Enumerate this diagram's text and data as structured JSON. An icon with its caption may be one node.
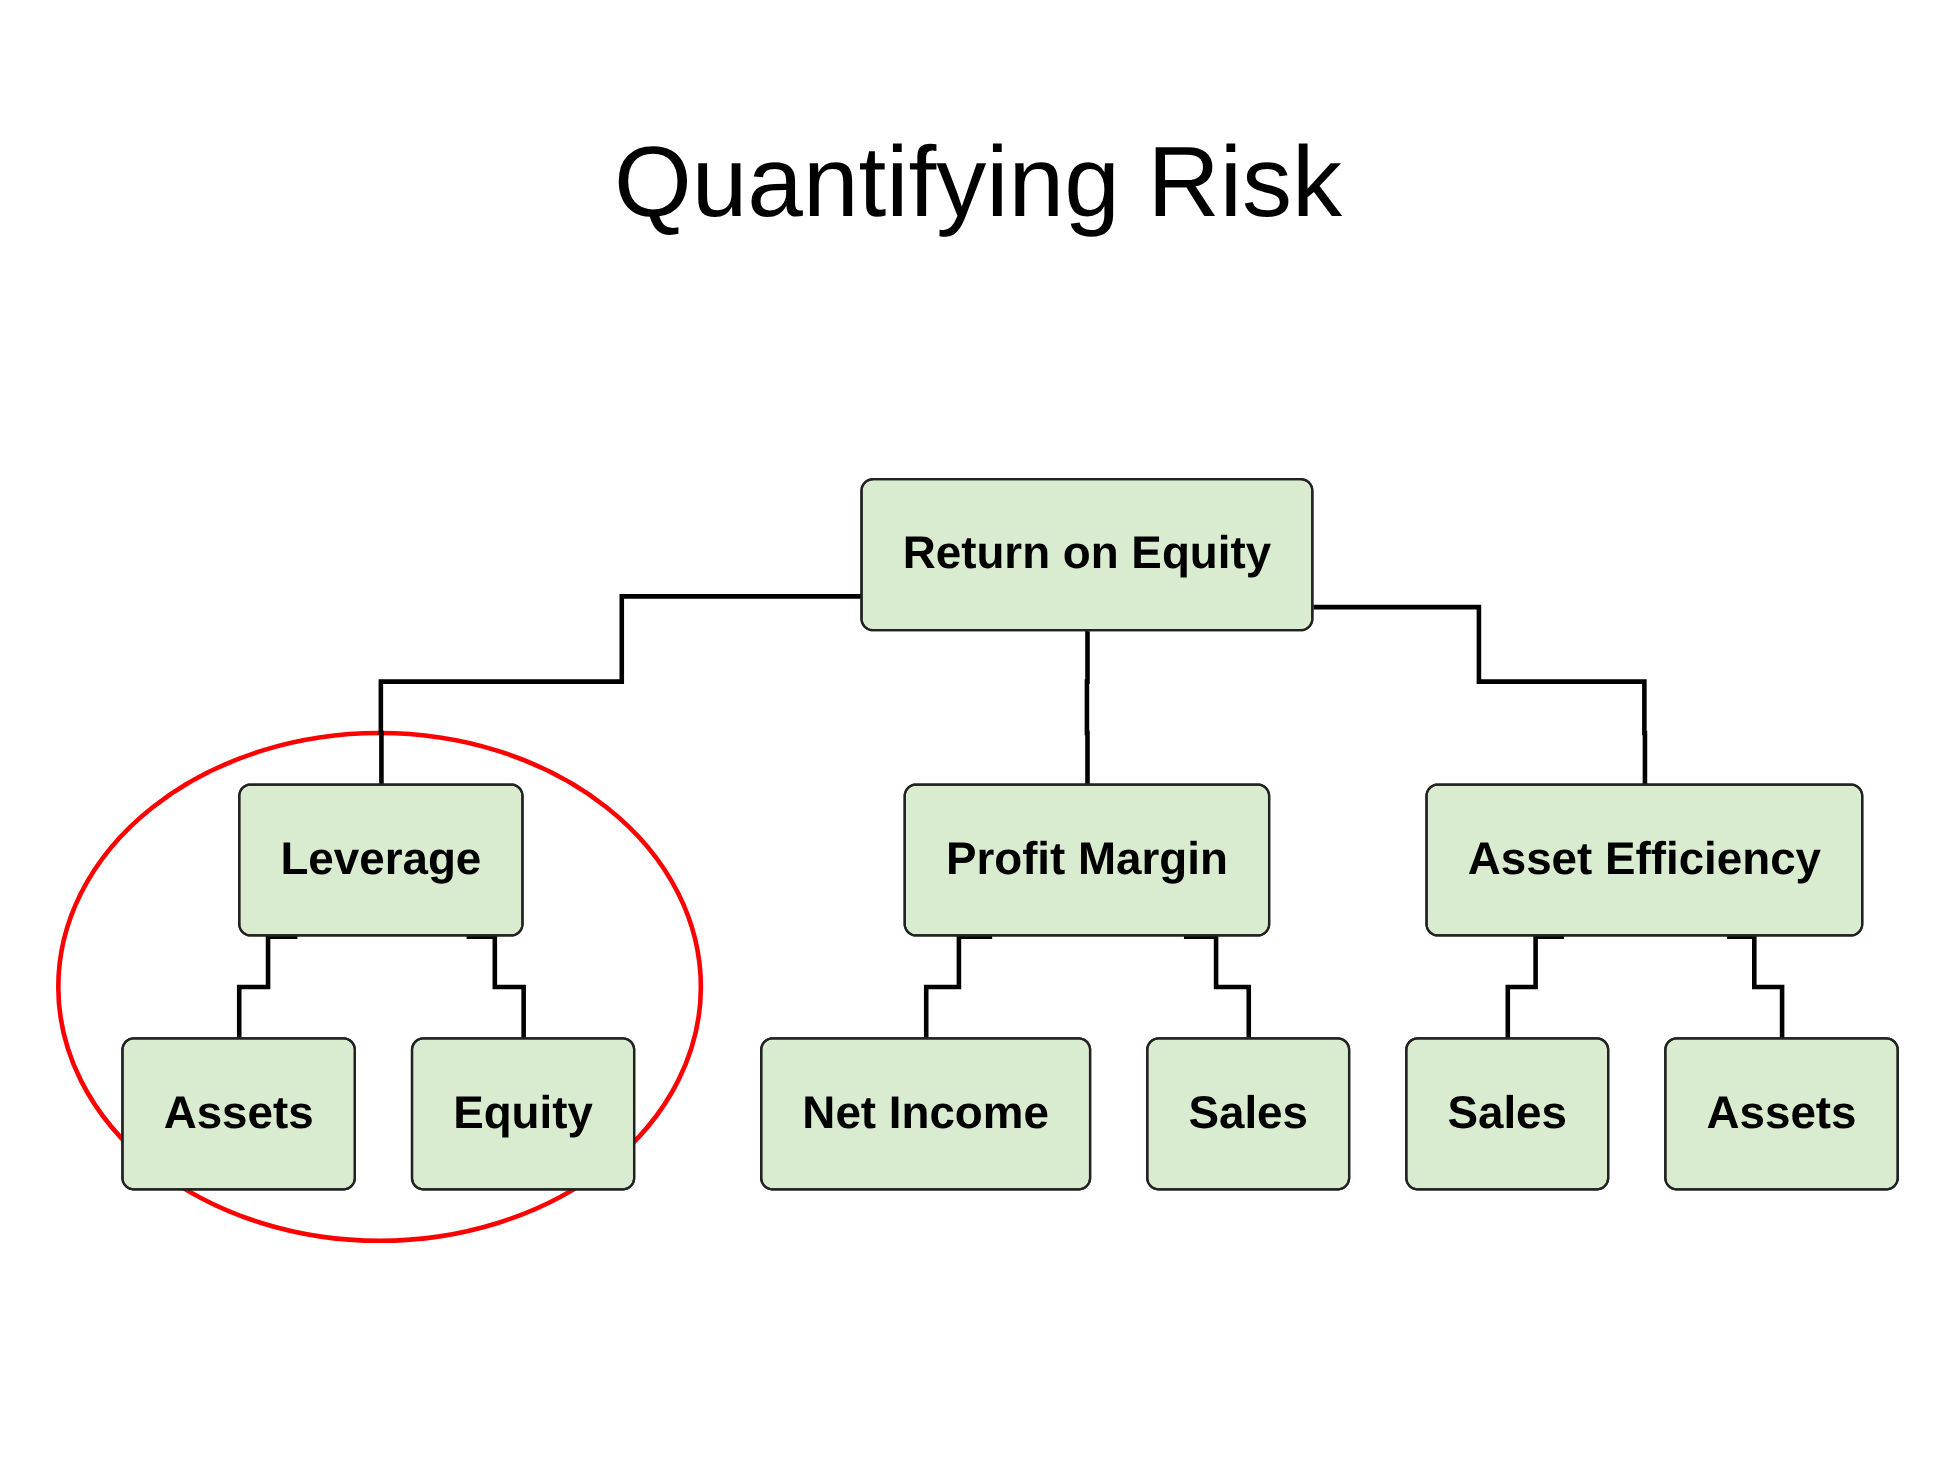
{
  "diagram": {
    "title": "Quantifying Risk",
    "nodes": [
      {
        "text": [
          "Return on Equity"
        ]
      },
      {
        "text": [
          "Profit Margin"
        ]
      },
      {
        "text": [
          "Asset Efficiency"
        ]
      },
      {
        "text": [],
        "shape": "circle"
      },
      {
        "text": [
          "Leverage"
        ],
        "in": 3
      },
      {
        "text": [
          "Net Income"
        ]
      },
      {
        "text": [
          "Sales"
        ]
      },
      {
        "text": [
          "Sales"
        ]
      },
      {
        "text": [
          "Assets"
        ]
      },
      {
        "text": [
          "Assets"
        ],
        "in": 3
      },
      {
        "text": [
          "Equity"
        ],
        "in": 3
      }
    ],
    "edges": [
      {
        "from": 0,
        "to": 1,
        "arrow": "none"
      },
      {
        "from": 0,
        "to": 2,
        "arrow": "none"
      },
      {
        "from": 0,
        "to": 4,
        "arrow": "none"
      },
      {
        "from": 1,
        "to": 5,
        "arrow": "none"
      },
      {
        "from": 1,
        "to": 6,
        "arrow": "none"
      },
      {
        "from": 2,
        "to": 7,
        "arrow": "none"
      },
      {
        "from": 2,
        "to": 8,
        "arrow": "none"
      },
      {
        "from": 4,
        "to": 9,
        "arrow": "none"
      },
      {
        "from": 4,
        "to": 10,
        "arrow": "none"
      }
    ]
  }
}
